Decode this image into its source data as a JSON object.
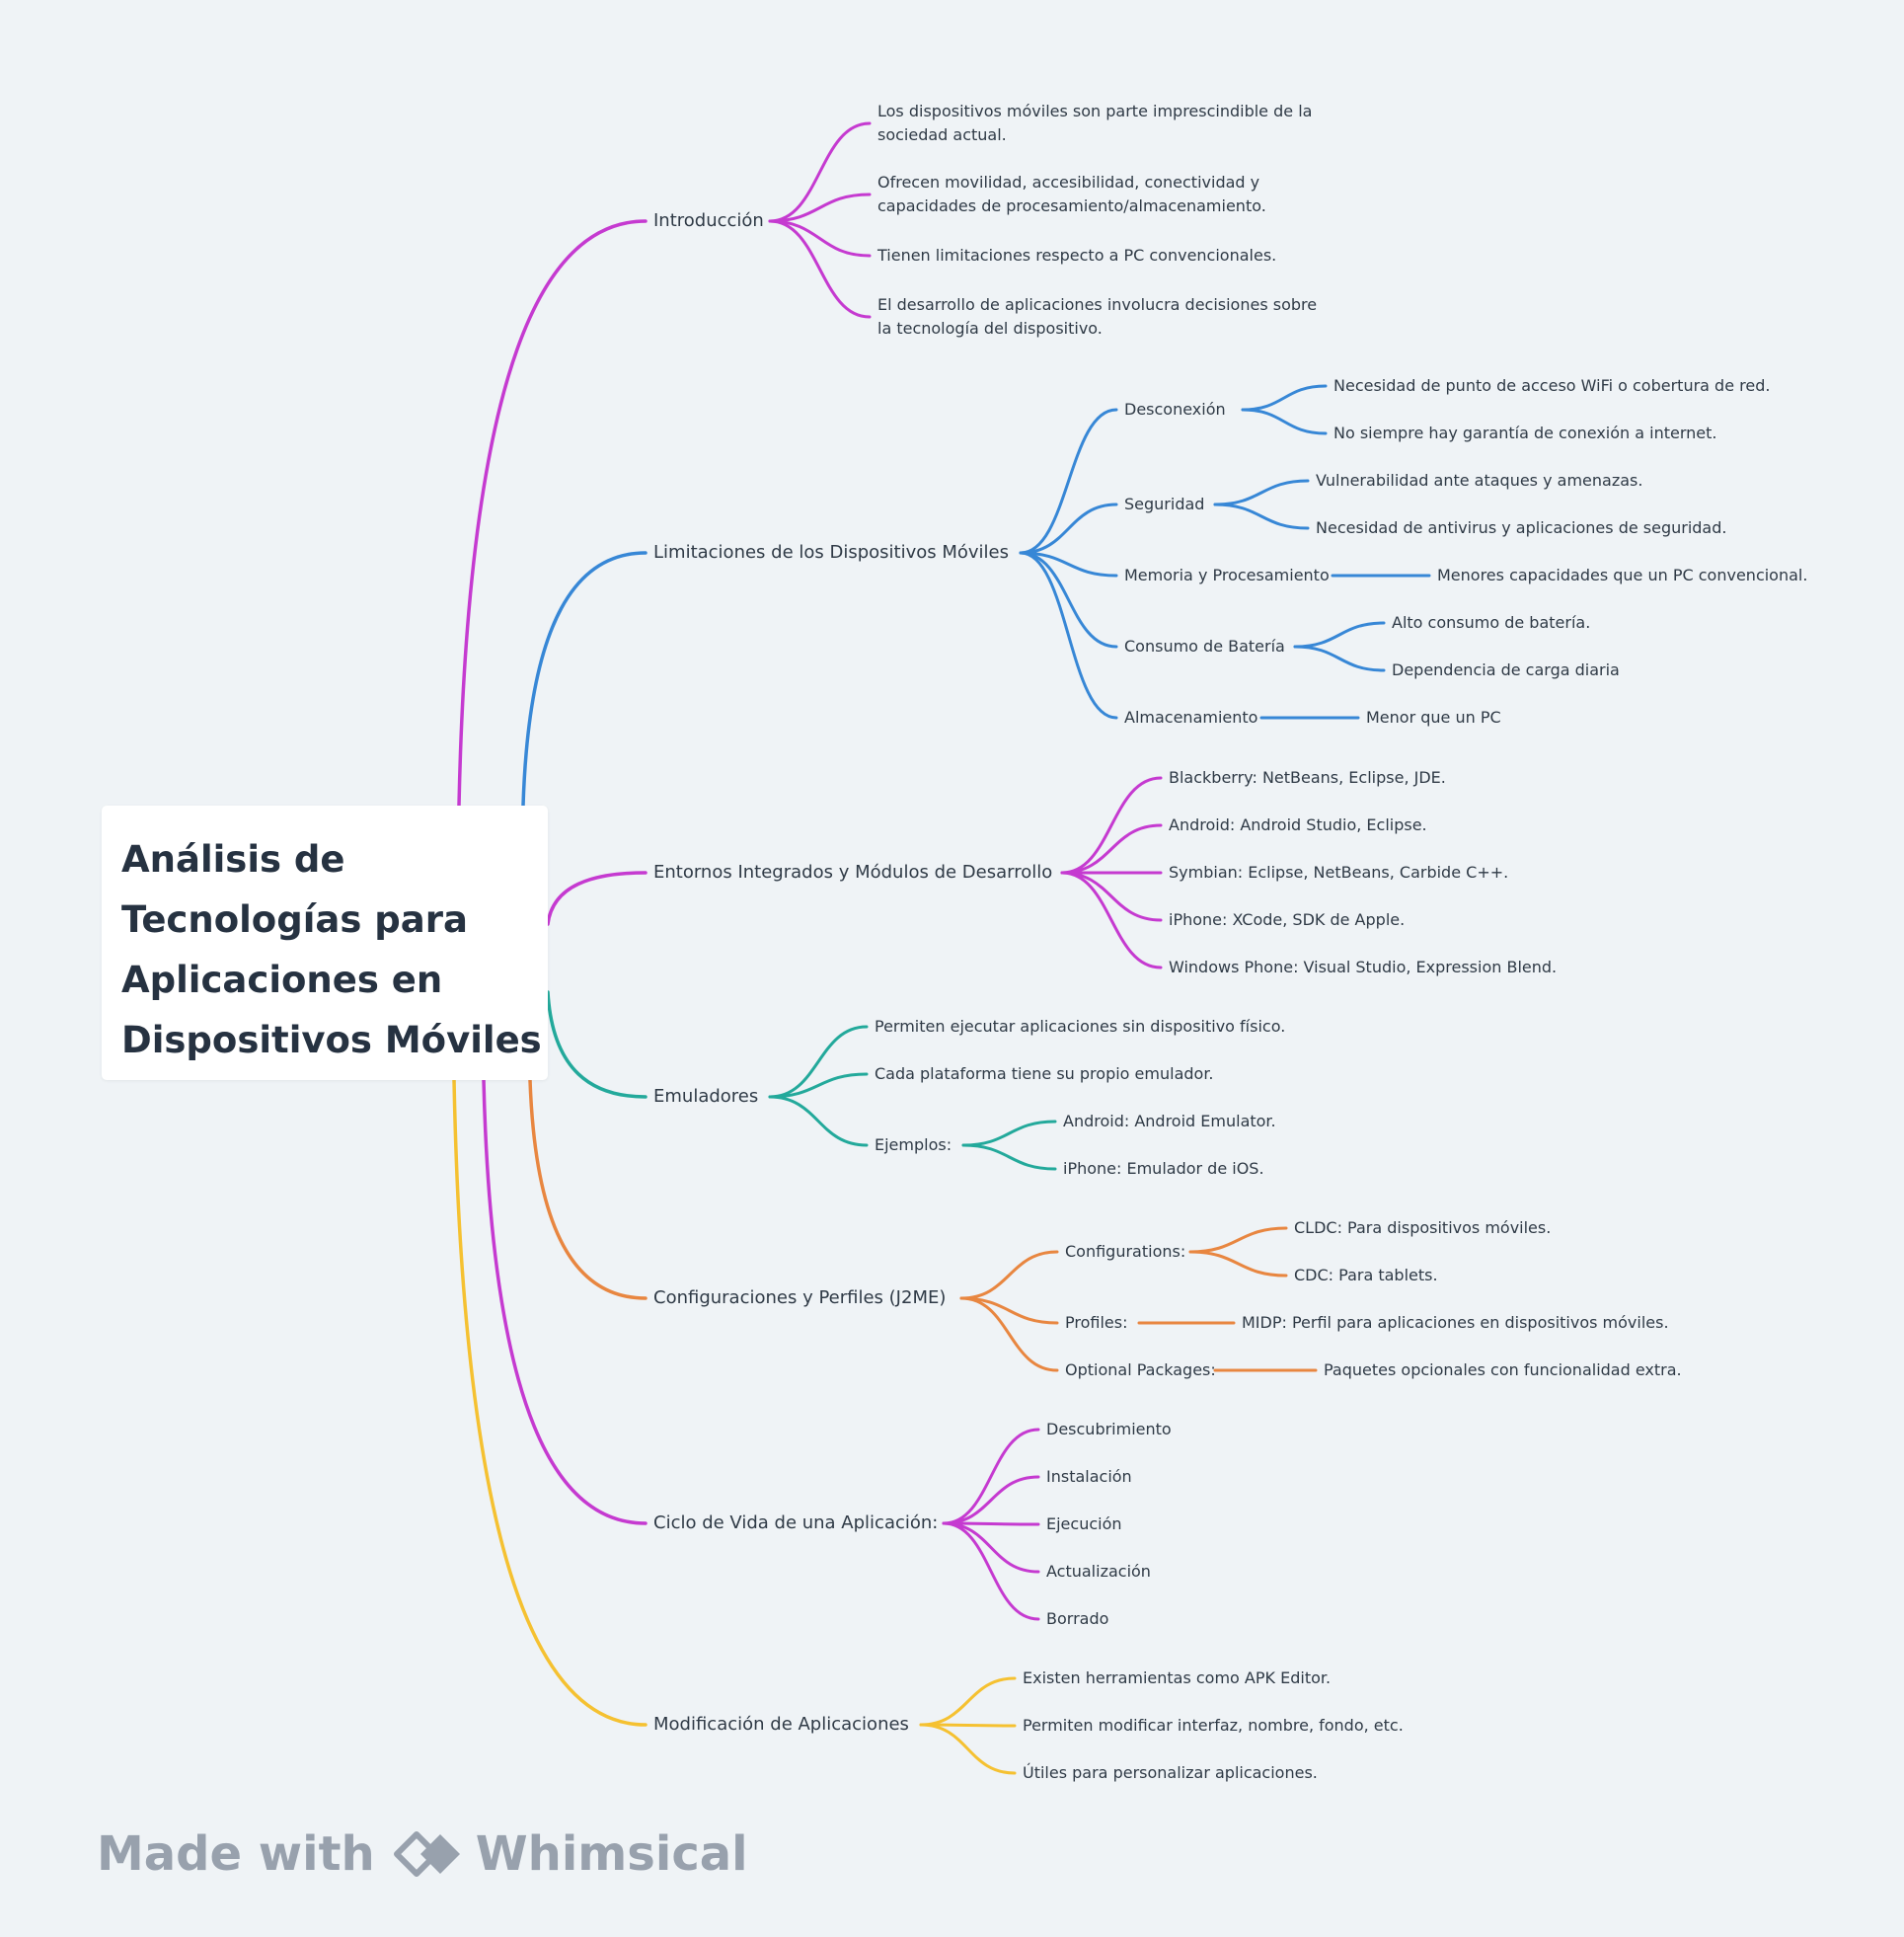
{
  "root": {
    "title_lines": [
      "Análisis de",
      "Tecnologías para",
      "Aplicaciones en",
      "Dispositivos Móviles"
    ]
  },
  "colors": {
    "purple": "#c53ad0",
    "blue": "#3787d6",
    "teal": "#23a99b",
    "orange": "#e88640",
    "yellow": "#f5c131",
    "background": "#eff3f6"
  },
  "branches": [
    {
      "label": "Introducción",
      "color": "purple",
      "children": [
        {
          "lines": [
            "Los dispositivos móviles son parte imprescindible de la",
            "sociedad actual."
          ]
        },
        {
          "lines": [
            "Ofrecen movilidad, accesibilidad, conectividad y",
            "capacidades de procesamiento/almacenamiento."
          ]
        },
        {
          "lines": [
            "Tienen limitaciones respecto a PC convencionales."
          ]
        },
        {
          "lines": [
            "El desarrollo de aplicaciones involucra decisiones sobre",
            "la tecnología del dispositivo."
          ]
        }
      ]
    },
    {
      "label": "Limitaciones de los Dispositivos Móviles",
      "color": "blue",
      "children": [
        {
          "lines": [
            "Desconexión"
          ],
          "children": [
            {
              "lines": [
                "Necesidad de punto de acceso WiFi o cobertura de red."
              ]
            },
            {
              "lines": [
                "No siempre hay garantía de conexión a internet."
              ]
            }
          ]
        },
        {
          "lines": [
            "Seguridad"
          ],
          "children": [
            {
              "lines": [
                "Vulnerabilidad ante ataques y amenazas."
              ]
            },
            {
              "lines": [
                "Necesidad de antivirus y aplicaciones de seguridad."
              ]
            }
          ]
        },
        {
          "lines": [
            "Memoria y Procesamiento"
          ],
          "children": [
            {
              "lines": [
                "Menores capacidades que un PC convencional."
              ]
            }
          ]
        },
        {
          "lines": [
            "Consumo de Batería"
          ],
          "children": [
            {
              "lines": [
                "Alto consumo de batería."
              ]
            },
            {
              "lines": [
                "Dependencia de carga diaria"
              ]
            }
          ]
        },
        {
          "lines": [
            "Almacenamiento"
          ],
          "children": [
            {
              "lines": [
                "Menor que un PC"
              ]
            }
          ]
        }
      ]
    },
    {
      "label": "Entornos Integrados y Módulos de Desarrollo",
      "color": "purple",
      "children": [
        {
          "lines": [
            "Blackberry: NetBeans, Eclipse, JDE."
          ]
        },
        {
          "lines": [
            "Android: Android Studio, Eclipse."
          ]
        },
        {
          "lines": [
            "Symbian: Eclipse, NetBeans, Carbide C++."
          ]
        },
        {
          "lines": [
            "iPhone: XCode, SDK de Apple."
          ]
        },
        {
          "lines": [
            "Windows Phone: Visual Studio, Expression Blend."
          ]
        }
      ]
    },
    {
      "label": "Emuladores",
      "color": "teal",
      "children": [
        {
          "lines": [
            "Permiten ejecutar aplicaciones sin dispositivo físico."
          ]
        },
        {
          "lines": [
            "Cada plataforma tiene su propio emulador."
          ]
        },
        {
          "lines": [
            "Ejemplos:"
          ],
          "children": [
            {
              "lines": [
                "Android: Android Emulator."
              ]
            },
            {
              "lines": [
                "iPhone: Emulador de iOS."
              ]
            }
          ]
        }
      ]
    },
    {
      "label": "Configuraciones y Perfiles (J2ME)",
      "color": "orange",
      "children": [
        {
          "lines": [
            "Configurations:"
          ],
          "children": [
            {
              "lines": [
                "CLDC: Para dispositivos móviles."
              ]
            },
            {
              "lines": [
                "CDC: Para tablets."
              ]
            }
          ]
        },
        {
          "lines": [
            "Profiles:"
          ],
          "children": [
            {
              "lines": [
                "MIDP: Perfil para aplicaciones en dispositivos móviles."
              ]
            }
          ]
        },
        {
          "lines": [
            "Optional Packages:"
          ],
          "children": [
            {
              "lines": [
                "Paquetes opcionales con funcionalidad extra."
              ]
            }
          ]
        }
      ]
    },
    {
      "label": "Ciclo de Vida de una Aplicación:",
      "color": "purple",
      "children": [
        {
          "lines": [
            "Descubrimiento"
          ]
        },
        {
          "lines": [
            "Instalación"
          ]
        },
        {
          "lines": [
            "Ejecución"
          ]
        },
        {
          "lines": [
            "Actualización"
          ]
        },
        {
          "lines": [
            "Borrado"
          ]
        }
      ]
    },
    {
      "label": "Modificación de Aplicaciones",
      "color": "yellow",
      "children": [
        {
          "lines": [
            "Existen herramientas como APK Editor."
          ]
        },
        {
          "lines": [
            "Permiten modificar interfaz, nombre, fondo, etc."
          ]
        },
        {
          "lines": [
            "Útiles para personalizar aplicaciones."
          ]
        }
      ]
    }
  ],
  "footer": {
    "made_with": "Made with",
    "brand": "Whimsical",
    "logo_icon": "whimsical-logo-icon"
  }
}
